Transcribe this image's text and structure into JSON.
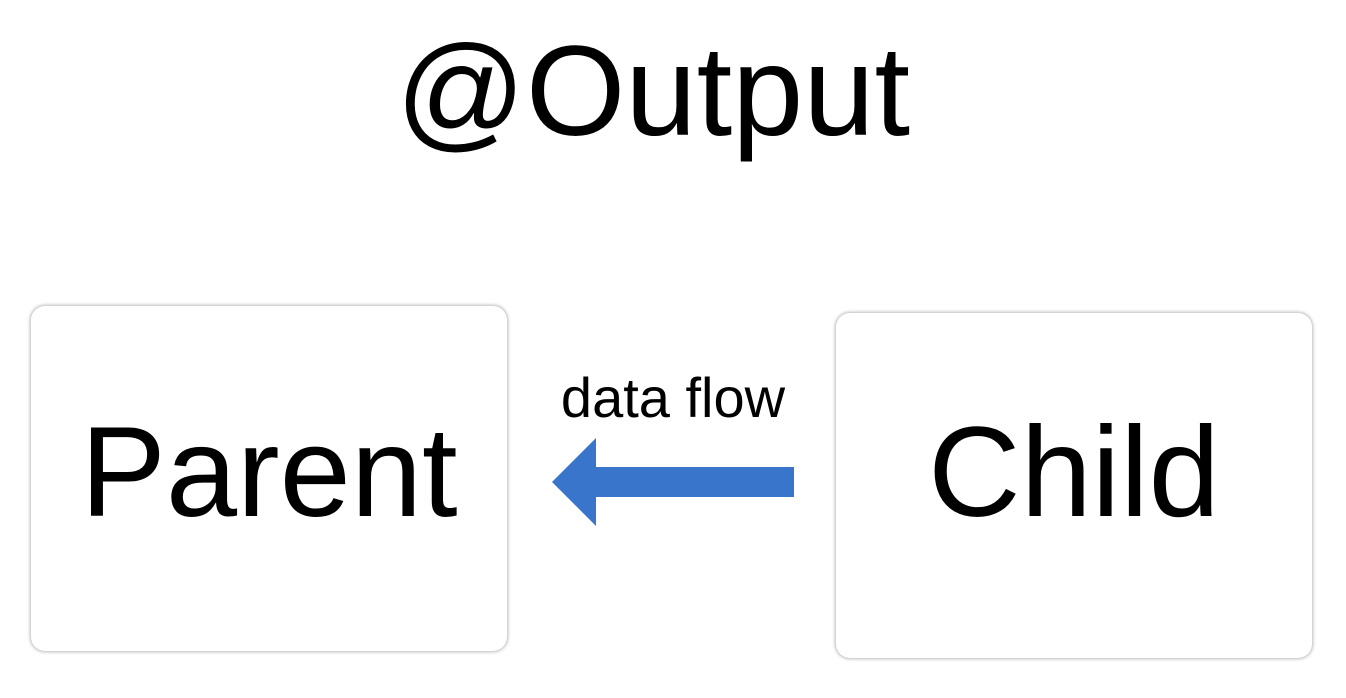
{
  "diagram": {
    "title": "@Output",
    "nodes": {
      "parent": "Parent",
      "child": "Child"
    },
    "edge": {
      "from": "Child",
      "to": "Parent",
      "label": "data flow",
      "color": "#3A75CC"
    }
  }
}
